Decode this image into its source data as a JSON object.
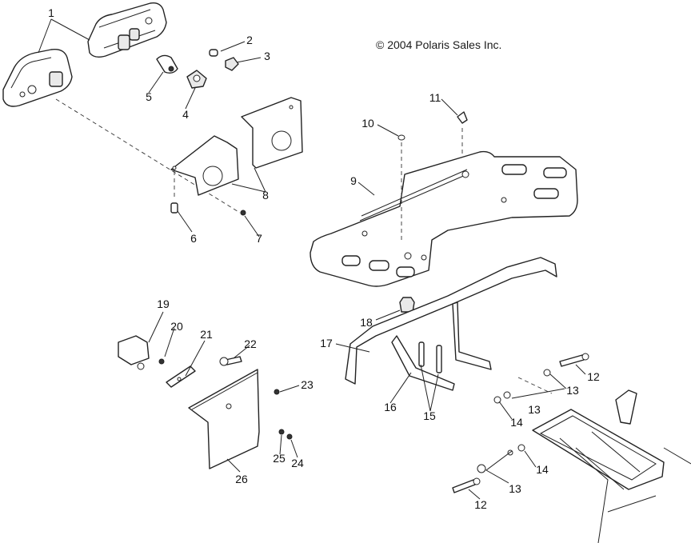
{
  "copyright": "© 2004 Polaris Sales Inc.",
  "callouts": [
    "1",
    "2",
    "3",
    "4",
    "5",
    "6",
    "7",
    "8",
    "9",
    "10",
    "11",
    "12",
    "12",
    "13",
    "13",
    "13",
    "14",
    "14",
    "15",
    "16",
    "17",
    "18",
    "19",
    "20",
    "21",
    "22",
    "23",
    "24",
    "25",
    "26"
  ]
}
